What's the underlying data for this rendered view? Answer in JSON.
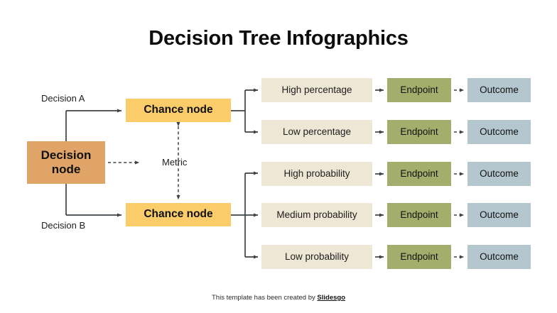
{
  "title": "Decision Tree Infographics",
  "nodes": {
    "decision": "Decision node",
    "chance_top": "Chance node",
    "chance_bottom": "Chance node",
    "decision_a": "Decision A",
    "decision_b": "Decision B",
    "metric": "Metric"
  },
  "branches": {
    "top": [
      {
        "label": "High percentage",
        "endpoint": "Endpoint",
        "outcome": "Outcome"
      },
      {
        "label": "Low percentage",
        "endpoint": "Endpoint",
        "outcome": "Outcome"
      }
    ],
    "bottom": [
      {
        "label": "High probability",
        "endpoint": "Endpoint",
        "outcome": "Outcome"
      },
      {
        "label": "Medium probability",
        "endpoint": "Endpoint",
        "outcome": "Outcome"
      },
      {
        "label": "Low probability",
        "endpoint": "Endpoint",
        "outcome": "Outcome"
      }
    ]
  },
  "footer": {
    "text": "This template has been created by ",
    "brand": "Slidesgo"
  },
  "colors": {
    "decision_node": "#e0a468",
    "chance_node": "#fbcd6a",
    "label_box": "#efe7d5",
    "endpoint_box": "#a4ae6c",
    "outcome_box": "#b4c7ce",
    "connector": "#3b4247",
    "background": "#ffffff",
    "title_text": "#0d0d0d"
  }
}
